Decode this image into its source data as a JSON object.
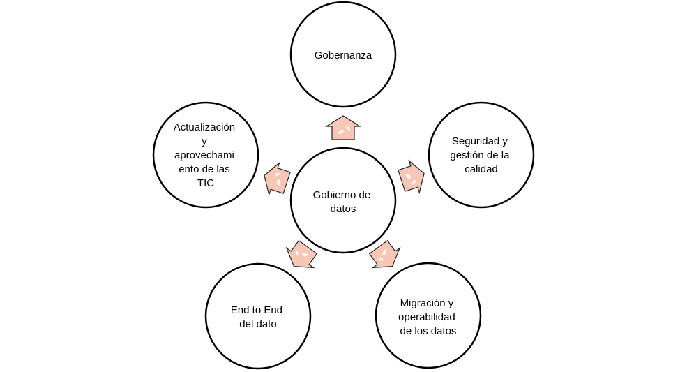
{
  "diagram": {
    "center": {
      "lines": [
        "Gobierno de",
        "datos"
      ]
    },
    "nodes": [
      {
        "id": "gobernanza",
        "lines": [
          "Gobernanza"
        ]
      },
      {
        "id": "seguridad",
        "lines": [
          "Seguridad y",
          "gestión de la",
          "calidad"
        ]
      },
      {
        "id": "migracion",
        "lines": [
          "Migración y",
          "operabilidad",
          "de los datos"
        ]
      },
      {
        "id": "end-to-end",
        "lines": [
          "End to End",
          "del dato"
        ]
      },
      {
        "id": "actualizacion",
        "lines": [
          "Actualización",
          "y",
          "aprovechami",
          "ento de las",
          "TIC"
        ]
      }
    ],
    "colors": {
      "arrow_fill": "#f6c7b6",
      "arrow_stroke": "#222222",
      "circle_stroke": "#000000"
    }
  }
}
